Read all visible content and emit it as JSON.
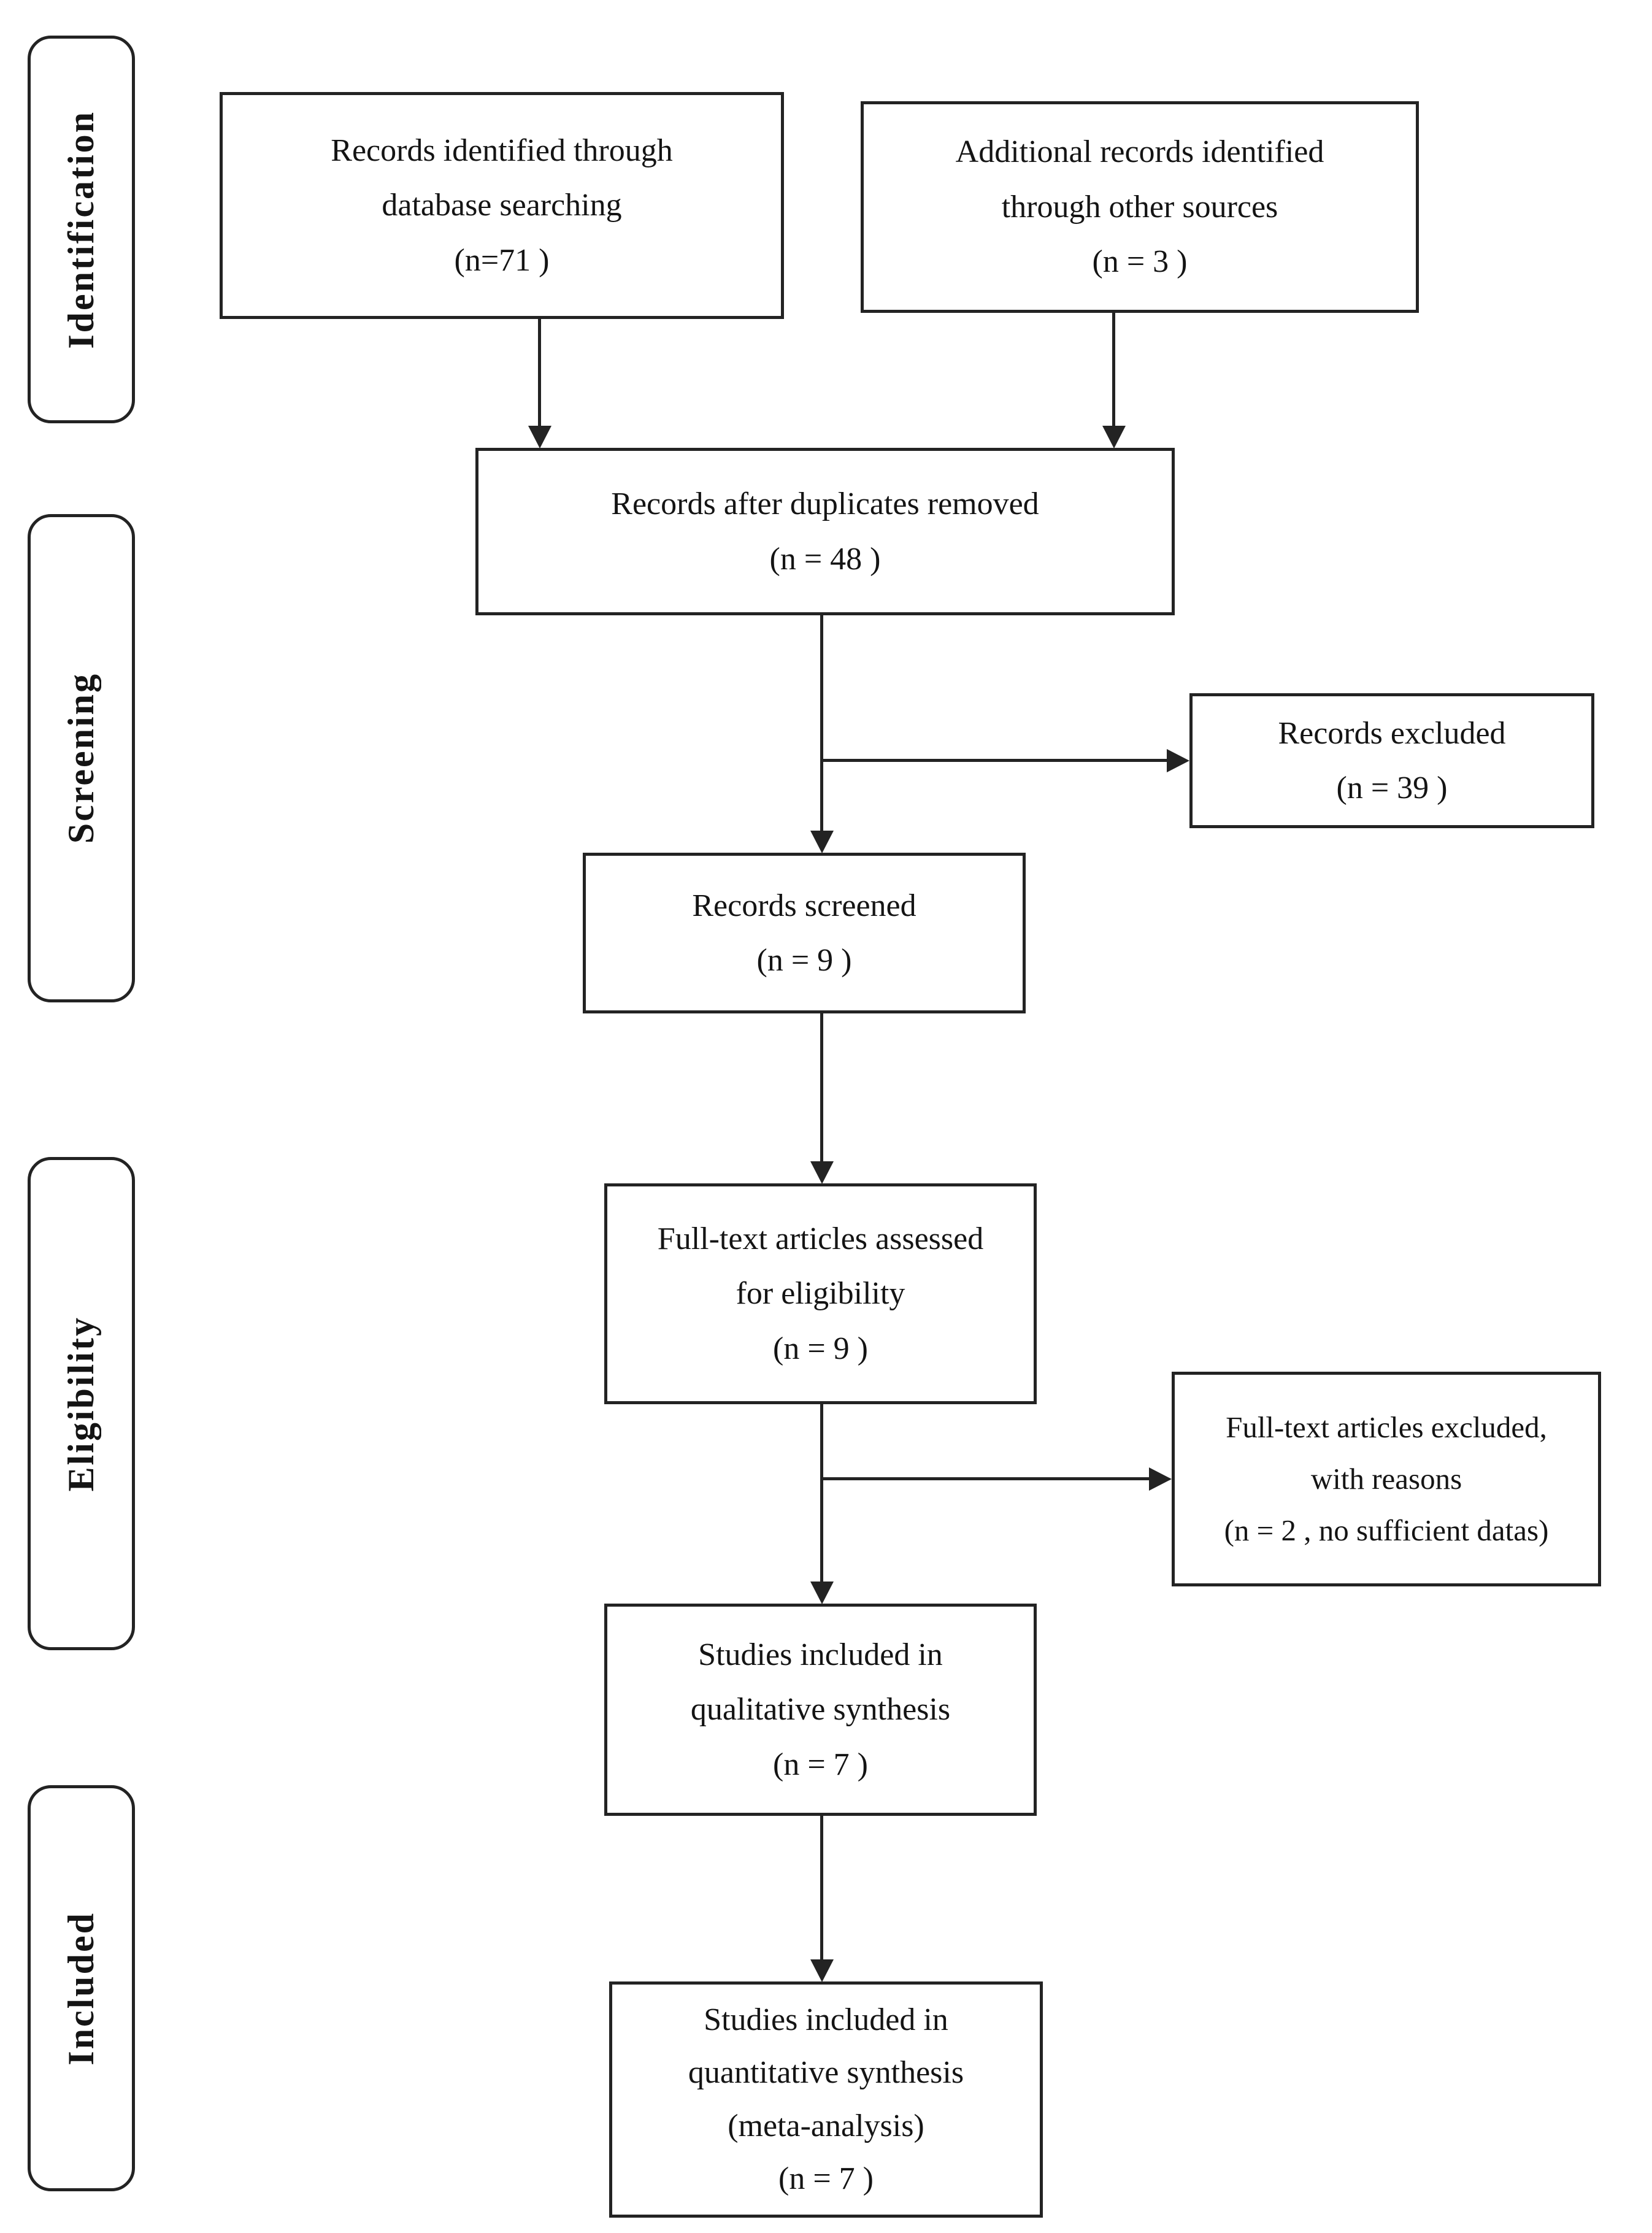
{
  "colors": {
    "line": "#232323",
    "text": "#141414",
    "background": "#ffffff"
  },
  "stages": {
    "identification": {
      "label": "Identification"
    },
    "screening": {
      "label": "Screening"
    },
    "eligibility": {
      "label": "Eligibility"
    },
    "included": {
      "label": "Included"
    }
  },
  "boxes": {
    "records_identified": {
      "text": "Records identified through\ndatabase searching\n(n=71 )"
    },
    "additional_records": {
      "text": "Additional records identified\nthrough other sources\n(n = 3 )"
    },
    "after_duplicates": {
      "text": "Records after duplicates removed\n(n = 48 )"
    },
    "records_excluded": {
      "text": "Records excluded\n(n = 39 )"
    },
    "records_screened": {
      "text": "Records screened\n(n = 9 )"
    },
    "fulltext_assessed": {
      "text": "Full-text articles assessed\nfor eligibility\n(n = 9 )"
    },
    "fulltext_excluded": {
      "text": "Full-text articles excluded,\nwith reasons\n(n = 2 , no sufficient datas)"
    },
    "qualitative": {
      "text": "Studies included in\nqualitative synthesis\n(n = 7 )"
    },
    "quantitative": {
      "text": "Studies included in\nquantitative synthesis\n(meta-analysis)\n(n = 7 )"
    }
  }
}
